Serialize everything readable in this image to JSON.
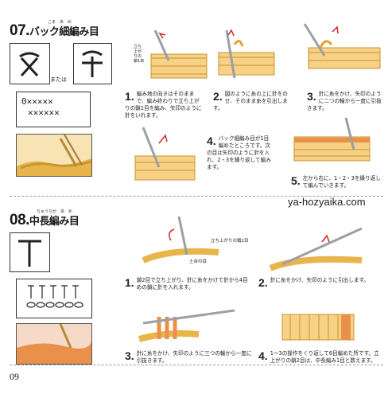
{
  "sec07": {
    "number": "07.",
    "title": "バック細編み目",
    "ruby": "こま　あ　め",
    "or_label": "または",
    "symbol_row1": "0✕✕✕✕✕",
    "symbol_row2": "✕✕✕✕✕✕",
    "label_tatiagari": "立ち上がりの鎖1目",
    "steps": [
      {
        "num": "1.",
        "text": "編み地の向きはそのままで、編み終わりで立ち上がりの鎖1目を編み、矢印のように針をいれます。"
      },
      {
        "num": "2.",
        "text": "図のように糸の上に針をのせ、そのまま糸を引出します。"
      },
      {
        "num": "3.",
        "text": "針に糸をかけ、矢印のように二つの輪から一度に引抜きます。"
      },
      {
        "num": "4.",
        "text": "バック細編み目が1目編めたところです。次の目は矢印のように針を入れ、2・3を繰り返して編みます。"
      },
      {
        "num": "5.",
        "text": "左から右に、1・2・3を繰り返して編んでいきます。"
      }
    ]
  },
  "watermark": "ya-hozyaika.com",
  "sec08": {
    "number": "08.",
    "title": "中長編み目",
    "ruby": "ちゅうなが　あ　め",
    "label_tatiagari2": "立ち上がりの鎖2目",
    "label_dai": "土台の目",
    "steps": [
      {
        "num": "1.",
        "text": "鎖2目で立ち上がり、針に糸をかけて針から4目めの鎖に針を入れます。"
      },
      {
        "num": "2.",
        "text": "針に糸をかけ、矢印のように引出します。"
      },
      {
        "num": "3.",
        "text": "針に糸をかけ、矢印のように三つの輪から一度に引抜きます。"
      },
      {
        "num": "4.",
        "text": "1〜3の操作をくり返して6目編めた所です。立上がりの鎖2目は、中長編み1目と数えます。"
      }
    ]
  },
  "page_number": "09",
  "colors": {
    "yarn_yellow": "#e8b54a",
    "yarn_orange": "#e9904a",
    "needle": "#9aa0a6",
    "arrow_red": "#d0262b"
  }
}
